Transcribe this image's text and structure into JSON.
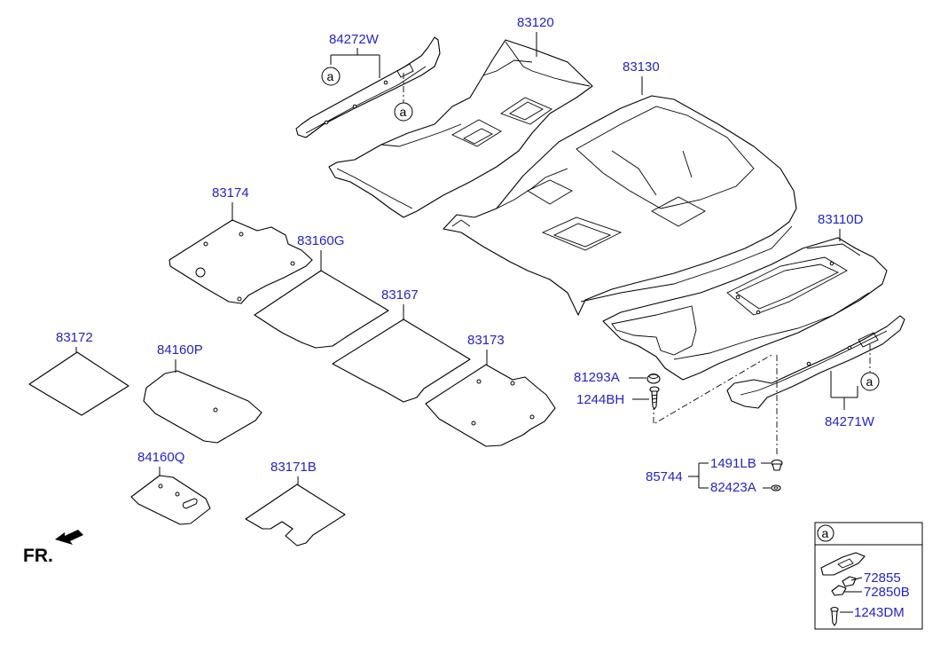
{
  "diagram": {
    "part_numbers": {
      "p84272w": "84272W",
      "p83120": "83120",
      "p83130": "83130",
      "p83174": "83174",
      "p83160g": "83160G",
      "p83167": "83167",
      "p83110d": "83110D",
      "p83172": "83172",
      "p84160p": "84160P",
      "p83173": "83173",
      "p81293a": "81293A",
      "p1244bh": "1244BH",
      "p84271w": "84271W",
      "p84160q": "84160Q",
      "p83171b": "83171B",
      "p85744": "85744",
      "p1491lb": "1491LB",
      "p82423a": "82423A",
      "p72855": "72855",
      "p72850b": "72850B",
      "p1243dm": "1243DM"
    },
    "callout_letter": "a",
    "direction_label": "FR.",
    "detail_box_letter": "a"
  }
}
